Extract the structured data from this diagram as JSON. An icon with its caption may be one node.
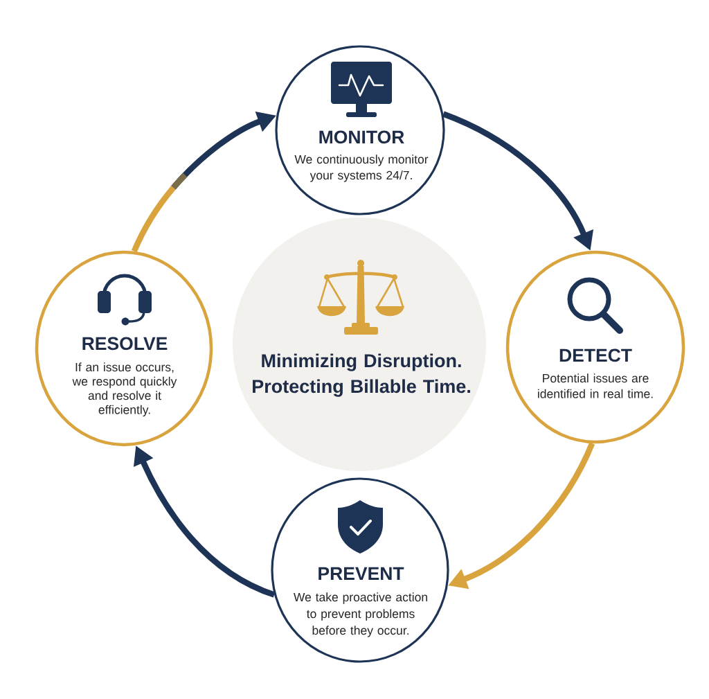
{
  "diagram": {
    "nodes": [
      {
        "text": [
          "MONITOR",
          "We continuously monitor your systems 24/7."
        ]
      },
      {
        "text": [
          "RESOLVE",
          "If an issue occurs, we respond quickly and resolve it efficiently."
        ]
      },
      {
        "text": [
          "Minimizing Disruption. Protecting Billable Time."
        ]
      },
      {
        "text": [
          "DETECT",
          "Potential issues are identified in real time."
        ]
      },
      {
        "text": [
          "PREVENT",
          "We take proactive action to prevent problems before they occur."
        ]
      }
    ],
    "edges": [
      {
        "from": 0,
        "to": 3,
        "arrow": "to"
      },
      {
        "from": 3,
        "to": 4,
        "arrow": "to",
        "color": "#d9a43e"
      },
      {
        "from": 4,
        "to": 1,
        "arrow": "to"
      },
      {
        "from": 1,
        "to": 0,
        "arrow": "to"
      }
    ]
  }
}
